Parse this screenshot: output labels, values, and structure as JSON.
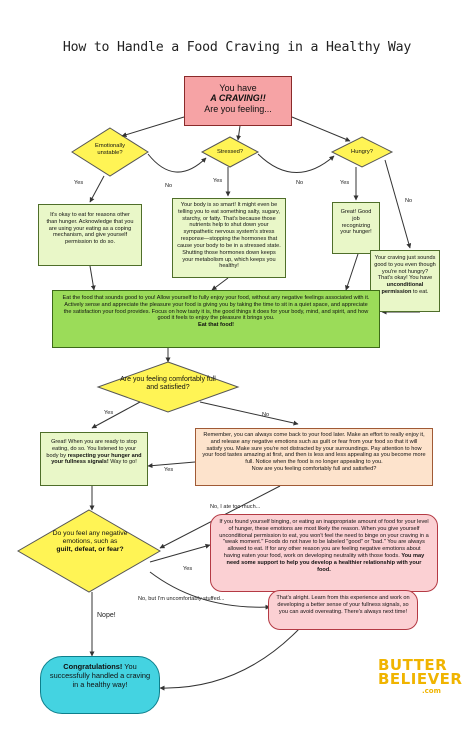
{
  "title": "How to Handle a Food Craving in a Healthy Way",
  "start": {
    "line1": "You have",
    "line2": "A CRAVING!!",
    "line3": "Are you feeling..."
  },
  "questions": {
    "emotional": "Emotionally unstable?",
    "stressed": "Stressed?",
    "hungry": "Hungry?",
    "full": "Are you feeling comfortably full and satisfied?",
    "negative_a": "Do you feel any negative emotions, such as",
    "negative_b": "guilt, defeat, or fear?"
  },
  "labels": {
    "yes1": "Yes",
    "no1": "No",
    "yes2": "Yes",
    "no2": "No",
    "yes3": "Yes",
    "no3": "No",
    "yes4": "Yes",
    "no4": "No",
    "yes5": "Yes",
    "yes6": "Yes",
    "no_ate": "No, I ate too much...",
    "no_stuffed": "No, but I'm uncomfortably stuffed...",
    "nope": "Nope!"
  },
  "boxes": {
    "emotional_text": "It's okay to eat for reasons other than hunger. Acknowledge that you are using your eating as a coping mechanism, and give yourself permission to do so.",
    "stress_text": "Your body is so smart! It might even be telling you to eat something salty, sugary, starchy, or fatty. That's because those nutrients help to shut down your sympathetic nervous system's stress response—stopping the hormones that cause your body to be in a stressed state. Shutting those hormones down keeps your metabolism up, which keeps you healthy!",
    "hungry_text": "Great! Good job recognizing your hunger!",
    "not_hungry_a": "Your craving just sounds good to you even though you're not hungry? That's okay! You have",
    "not_hungry_b": "unconditional permission",
    "not_hungry_c": "to eat.",
    "eat_text": "Eat the food that sounds good to you! Allow yourself to fully enjoy your food, without any negative feelings associated with it. Actively sense and appreciate the pleasure your food is giving you by taking the time to sit in a quiet space, and appreciate the satisfaction your food provides. Focus on how tasty it is, the good things it does for your body, mind, and spirit, and how good it feels to enjoy the pleasure it brings you.",
    "eat_bold": "Eat that food!",
    "stop_a": "Great! When you are ready to stop eating, do so. You listened to your body by",
    "stop_b": "respecting your hunger and your fullness signals!",
    "stop_c": "Way to go!",
    "remember_text": "Remember, you can always come back to your food later. Make an effort to really enjoy it, and release any negative emotions such as guilt or fear from your food so that it will satisfy you. Make sure you're not distracted by your surroundings. Pay attention to how your food tastes amazing at first, and then is less and less appealing as you become more full. Notice when the food is no longer appealing to you.",
    "remember_q": "Now are you feeling comfortably full and satisfied?",
    "binge_a": "If you found yourself binging, or eating an inappropriate amount of food for your level of hunger, these emotions are most likely the reason. When you give yourself unconditional permission to eat, you won't feel the need to binge on your craving in a \"weak moment.\" Foods do not have to be labeled \"good\" or \"bad.\" You are always allowed to eat. If for any other reason you are feeling negative emotions about having eaten your food, work on developing neutrality with those foods.",
    "binge_b": "You may need some support to help you develop a healthier relationship with your food.",
    "alright_text": "That's alright. Learn from this experience and work on developing a better sense of your fullness signals, so you can avoid overeating. There's always next time!",
    "congrats_a": "Congratulations!",
    "congrats_b": "You successfully handled a craving in a healthy way!"
  },
  "logo": {
    "line1": "BUTTER",
    "line2": "BELIEVER",
    "line3": ".com"
  },
  "colors": {
    "start": "#f6a3a5",
    "question": "#fff455",
    "green": "#e9f7c8",
    "green_strong": "#9bdc59",
    "peach": "#fde3cc",
    "pink": "#fbd0d3",
    "teal": "#44d3e1",
    "logo": "#f0b400"
  }
}
